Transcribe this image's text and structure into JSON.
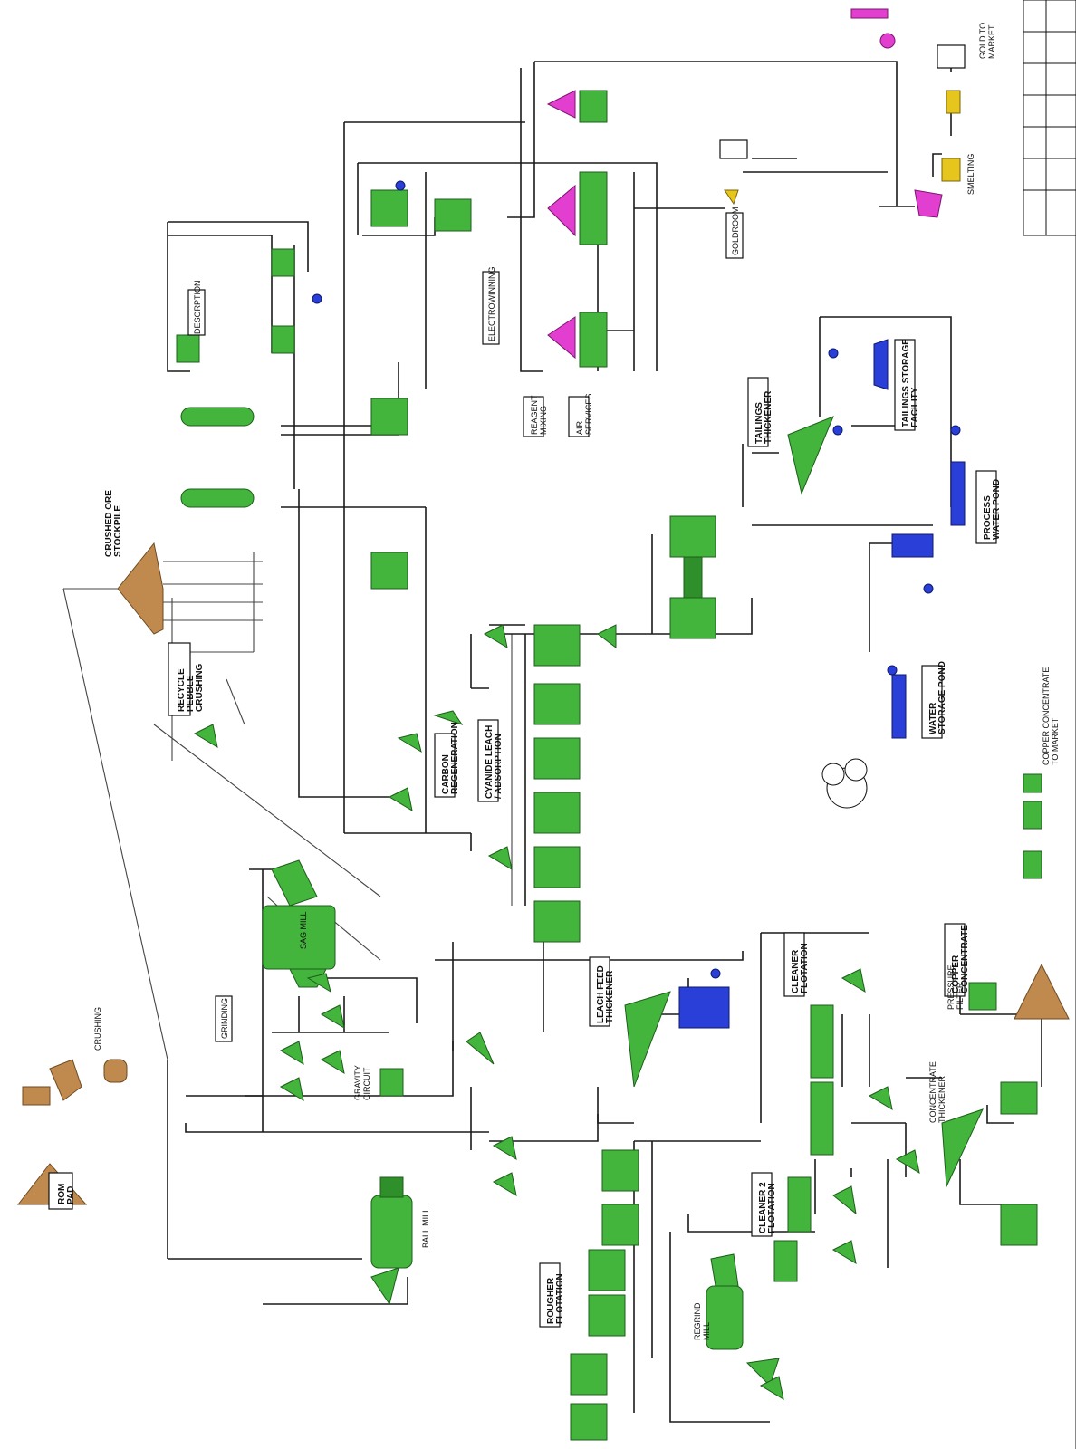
{
  "diagram": {
    "labels": {
      "rom_pad": "ROM\nPAD",
      "crushing": "CRUSHING",
      "crushed_ore_stockpile": "CRUSHED ORE\nSTOCKPILE",
      "recycle_pebble_crusher": "RECYCLE\nPEBBLE\nCRUSHING",
      "grinding": "GRINDING",
      "sag_mill": "SAG MILL",
      "ball_mill": "BALL MILL",
      "desorption": "DESORPTION",
      "electrowinning": "ELECTROWINNING",
      "goldroom": "GOLDROOM",
      "smelting": "SMELTING",
      "carbon_regeneration": "CARBON\nREGENERATION",
      "cyanide_leach": "CYANIDE LEACH\n/ ADSORPTION",
      "reagent_mixing": "REAGENT\nMIXING",
      "air_services": "AIR\nSERVICES",
      "tailings_thickener": "TAILINGS\nTHICKENER",
      "tailings_storage": "TAILINGS STORAGE\nFACILITY",
      "process_water_pond": "PROCESS\nWATER POND",
      "water_storage_pond": "WATER\nSTORAGE POND",
      "leach_feed_thickener": "LEACH FEED\nTHICKENER",
      "cleaner_flotation": "CLEANER\nFLOTATION",
      "cleaner2_flotation": "CLEANER 2\nFLOTATION",
      "rougher_flotation": "ROUGHER\nFLOTATION",
      "copper_concentrate": "COPPER\nCONCENTRATE",
      "pressure_filter": "PRESSURE\nFILTER",
      "concentrate_thickener": "CONCENTRATE\nTHICKENER",
      "regrind_mill": "REGRIND\nMILL",
      "gold_to_market": "GOLD TO\nMARKET",
      "copper_conc_to_market": "COPPER CONCENTRATE\nTO MARKET",
      "gravity_circuit": "GRAVITY\nCIRCUIT"
    }
  }
}
